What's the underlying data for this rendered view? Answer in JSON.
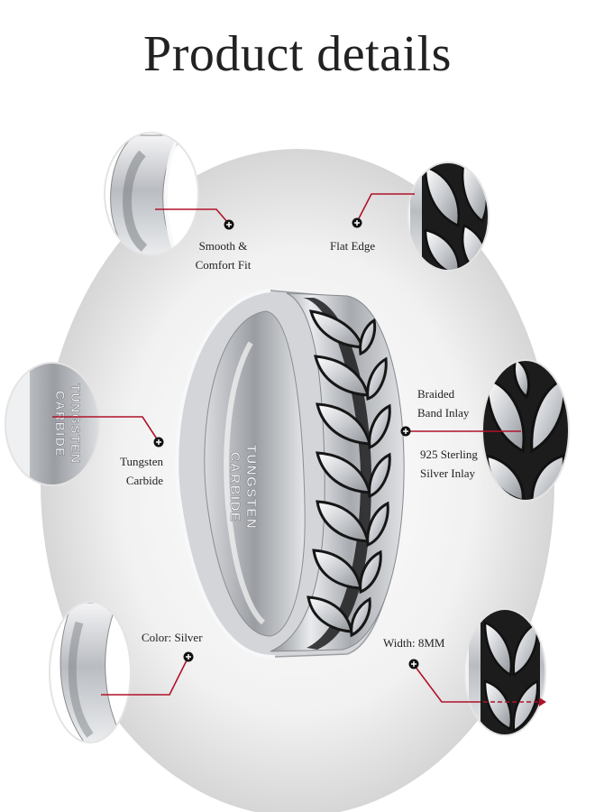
{
  "title": "Product details",
  "ring_engraving": {
    "line1": "TUNGSTEN",
    "line2": "CARBIDE"
  },
  "features": {
    "comfort_fit": {
      "line1": "Smooth &",
      "line2": "Comfort Fit"
    },
    "flat_edge": {
      "line1": "Flat Edge"
    },
    "tungsten_carbide": {
      "line1": "Tungsten",
      "line2": "Carbide"
    },
    "braided_inlay": {
      "line1": "Braided",
      "line2": "Band Inlay"
    },
    "sterling_inlay": {
      "line1": "925 Sterling",
      "line2": "Silver Inlay"
    },
    "color": {
      "line1": "Color: Silver"
    },
    "width": {
      "line1": "Width: 8MM"
    }
  },
  "colors": {
    "callout_line": "#b0122a",
    "backdrop": "#e6e6e6",
    "metal": "#c9cbcf",
    "inlay_dark": "#1a1a1a"
  }
}
